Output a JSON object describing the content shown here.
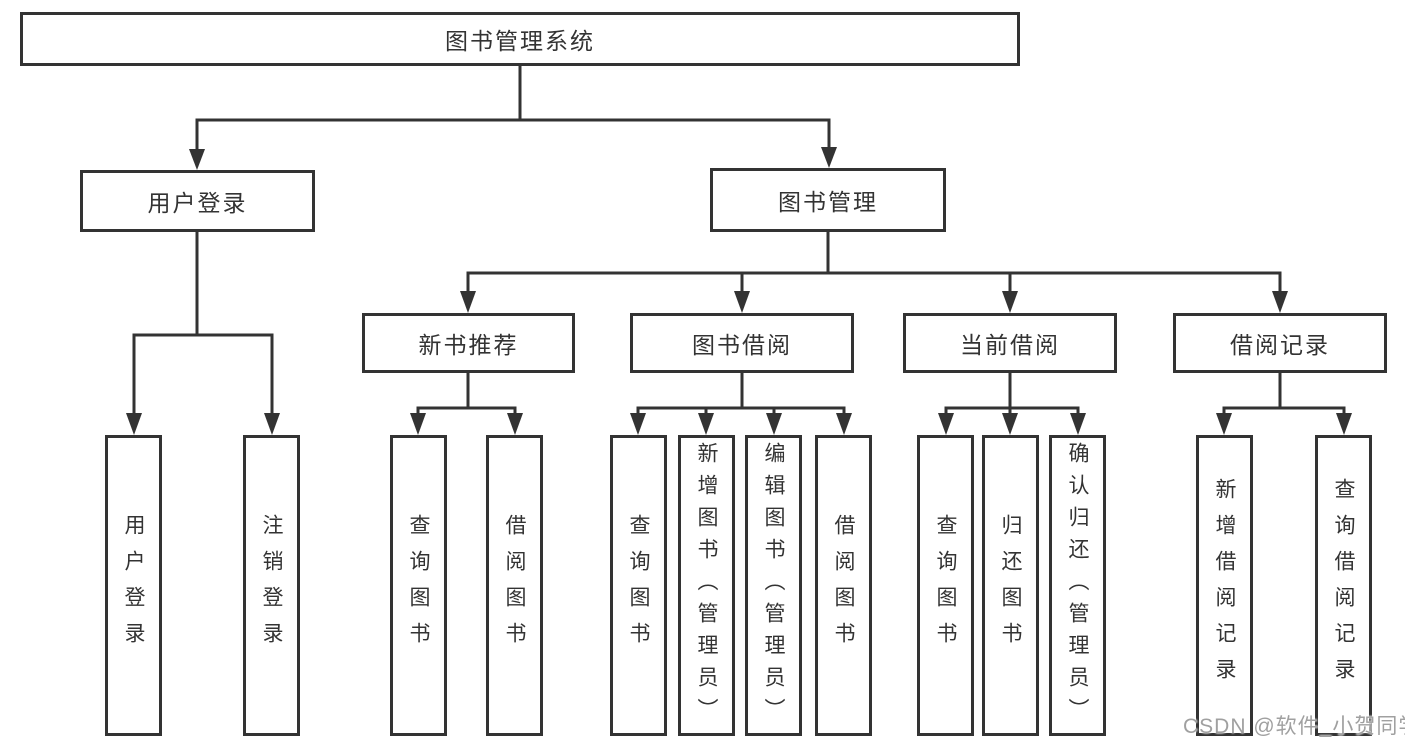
{
  "diagram": {
    "root": {
      "label": "图书管理系统"
    },
    "level2": {
      "user_login": {
        "label": "用户登录"
      },
      "book_mgmt": {
        "label": "图书管理"
      }
    },
    "level3": {
      "new_books": {
        "label": "新书推荐"
      },
      "book_borrow": {
        "label": "图书借阅"
      },
      "current_borrow": {
        "label": "当前借阅"
      },
      "borrow_records": {
        "label": "借阅记录"
      }
    },
    "leaves": {
      "user_login_leaf": {
        "label": "用户登录"
      },
      "logout": {
        "label": "注销登录"
      },
      "nb_query": {
        "label": "查询图书"
      },
      "nb_borrow": {
        "label": "借阅图书"
      },
      "bb_query": {
        "label": "查询图书"
      },
      "bb_add": {
        "label": "新增图书（管理员）"
      },
      "bb_edit": {
        "label": "编辑图书（管理员）"
      },
      "bb_borrow": {
        "label": "借阅图书"
      },
      "cb_query": {
        "label": "查询图书"
      },
      "cb_return": {
        "label": "归还图书"
      },
      "cb_confirm": {
        "label": "确认归还（管理员）"
      },
      "br_add": {
        "label": "新增借阅记录"
      },
      "br_query": {
        "label": "查询借阅记录"
      }
    }
  },
  "watermark": {
    "text": "CSDN @软件_小贺同学"
  },
  "colors": {
    "line": "#333333",
    "text": "#333333",
    "background": "#ffffff",
    "watermark": "#a0a0a0"
  }
}
